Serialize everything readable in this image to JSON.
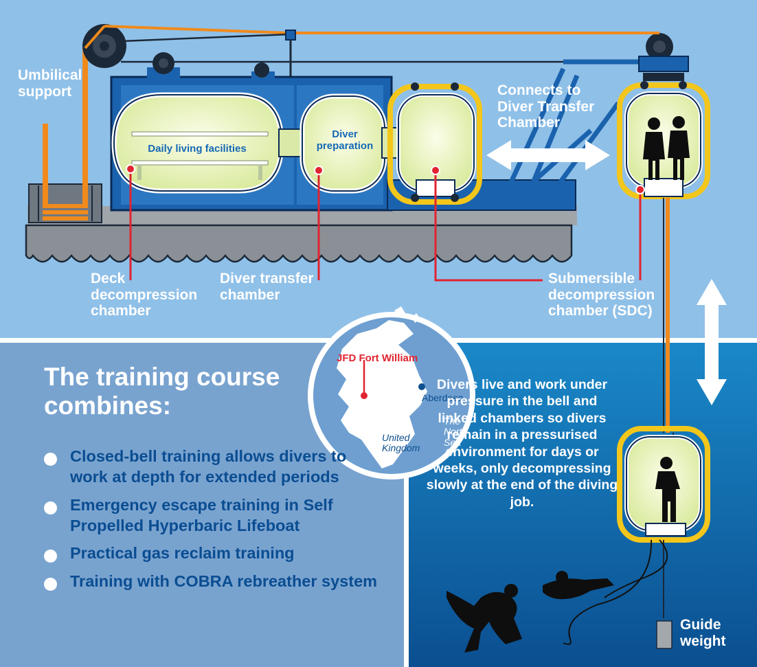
{
  "colors": {
    "sky": "#8fc0e8",
    "panel": "#79a3cf",
    "sea_top": "#1a88c8",
    "sea_bottom": "#0b4f90",
    "frame": "#1a62ad",
    "chamber": "#e9f4c6",
    "yellow": "#f3c61b",
    "orange": "#f08a1c",
    "callout_red": "#e02430",
    "land": "#ffffff",
    "map_sea": "#6e9fd0"
  },
  "labels": {
    "umbilical_support": "Umbilical support",
    "connects_to_dtc": "Connects to Diver Transfer Chamber",
    "deck_decompression_chamber": "Deck decompression chamber",
    "diver_transfer_chamber": "Diver transfer chamber",
    "submersible_decompression_chamber": "Submersible decompression chamber (SDC)",
    "daily_living": "Daily living facilities",
    "diver_preparation": "Diver preparation",
    "guide_weight": "Guide weight"
  },
  "map": {
    "fort_william": "JFD Fort William",
    "aberdeen": "Aberdeen",
    "united_kingdom": "United Kingdom",
    "north_sea": "The North Sea"
  },
  "course": {
    "heading": "The training course combines:",
    "items": [
      "Closed-bell training allows divers to work at depth for extended periods",
      "Emergency escape training in Self Propelled Hyperbaric Lifeboat",
      "Practical gas reclaim training",
      "Training with COBRA rebreather system"
    ]
  },
  "pressure_text": "Divers live and work under pressure in the bell and linked chambers so divers remain in a pressurised environment for days or weeks, only decompressing slowly at the end of the diving job."
}
